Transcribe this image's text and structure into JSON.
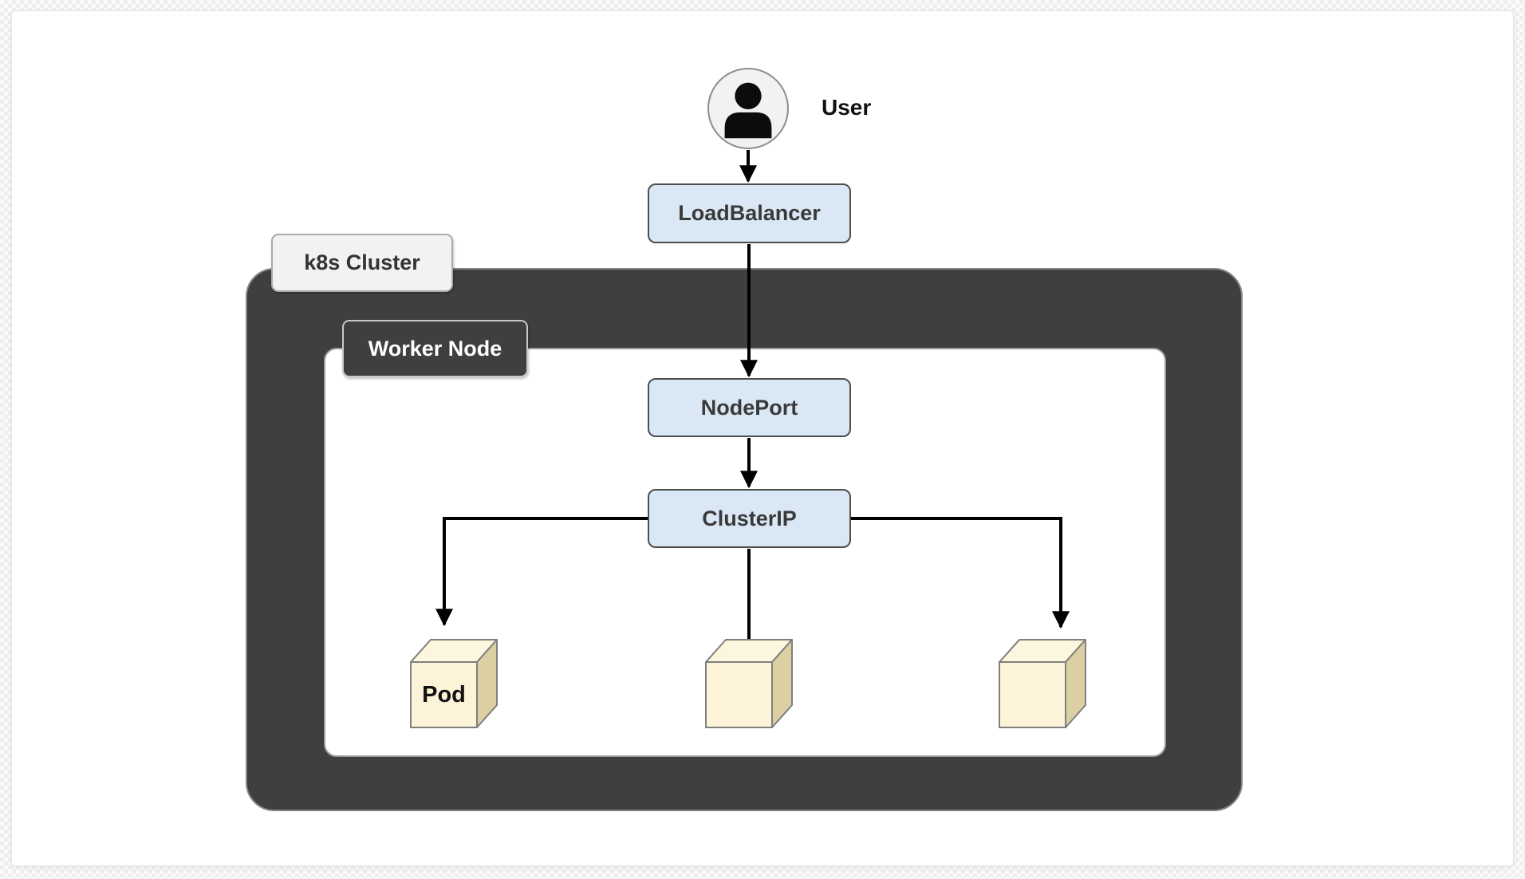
{
  "user": {
    "label": "User"
  },
  "services": {
    "loadbalancer": "LoadBalancer",
    "nodeport": "NodePort",
    "clusterip": "ClusterIP"
  },
  "containers": {
    "cluster": "k8s Cluster",
    "worker": "Worker Node"
  },
  "pod": {
    "label": "Pod",
    "count": 3
  },
  "edges": [
    {
      "from": "User",
      "to": "LoadBalancer",
      "arrow": true
    },
    {
      "from": "LoadBalancer",
      "to": "NodePort",
      "arrow": true
    },
    {
      "from": "NodePort",
      "to": "ClusterIP",
      "arrow": true
    },
    {
      "from": "ClusterIP",
      "to": "Pod-1",
      "arrow": true
    },
    {
      "from": "ClusterIP",
      "to": "Pod-2",
      "arrow": false
    },
    {
      "from": "ClusterIP",
      "to": "Pod-3",
      "arrow": true
    }
  ],
  "colors": {
    "service_fill": "#dae8f5",
    "service_border": "#4d4d4d",
    "service_text": "#3a3a3a",
    "cluster_fill": "#3f3f3f",
    "cluster_label_fill": "#f2f2f2",
    "worker_fill": "#ffffff",
    "pod_front": "#fdf3d8",
    "pod_top": "#fdf6de",
    "pod_side": "#dccfa2",
    "pod_border": "#7f7f7f",
    "arrow": "#000000"
  }
}
